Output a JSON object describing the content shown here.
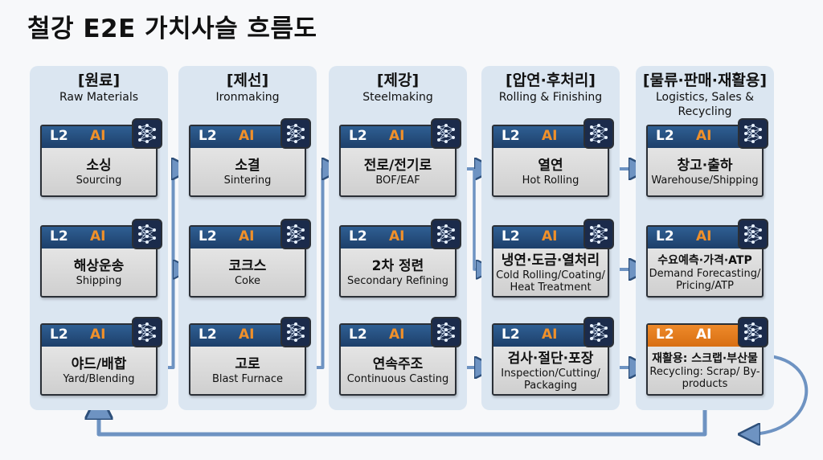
{
  "title": "철강 E2E 가치사슬 흐름도",
  "badge": {
    "l2": "L2",
    "ai": "AI",
    "icon": "neural-network-icon"
  },
  "colors": {
    "bar": "#1d3f6a",
    "highlight": "#e07a1a",
    "arrow": "#6e93c2",
    "column_bg": "#dbe6f1"
  },
  "columns": [
    {
      "ko": "[원료]",
      "en": "Raw Materials",
      "cards": [
        {
          "ko": "소싱",
          "en": "Sourcing"
        },
        {
          "ko": "해상운송",
          "en": "Shipping"
        },
        {
          "ko": "야드/배합",
          "en": "Yard/Blending"
        }
      ]
    },
    {
      "ko": "[제선]",
      "en": "Ironmaking",
      "cards": [
        {
          "ko": "소결",
          "en": "Sintering"
        },
        {
          "ko": "코크스",
          "en": "Coke"
        },
        {
          "ko": "고로",
          "en": "Blast Furnace"
        }
      ]
    },
    {
      "ko": "[제강]",
      "en": "Steelmaking",
      "cards": [
        {
          "ko": "전로/전기로",
          "en": "BOF/EAF"
        },
        {
          "ko": "2차 정련",
          "en": "Secondary Refining"
        },
        {
          "ko": "연속주조",
          "en": "Continuous Casting"
        }
      ]
    },
    {
      "ko": "[압연·후처리]",
      "en": "Rolling & Finishing",
      "cards": [
        {
          "ko": "열연",
          "en": "Hot Rolling"
        },
        {
          "ko": "냉연·도금·열처리",
          "en": "Cold Rolling/Coating/ Heat Treatment"
        },
        {
          "ko": "검사·절단·포장",
          "en": "Inspection/Cutting/ Packaging"
        }
      ]
    },
    {
      "ko": "[물류·판매·재활용]",
      "en": "Logistics, Sales & Recycling",
      "cards": [
        {
          "ko": "창고·출하",
          "en": "Warehouse/Shipping"
        },
        {
          "ko": "수요예측·가격·ATP",
          "en": "Demand Forecasting/ Pricing/ATP"
        },
        {
          "ko": "재활용: 스크랩·부산물",
          "en": "Recycling: Scrap/ By-products",
          "highlight": true
        }
      ]
    }
  ]
}
